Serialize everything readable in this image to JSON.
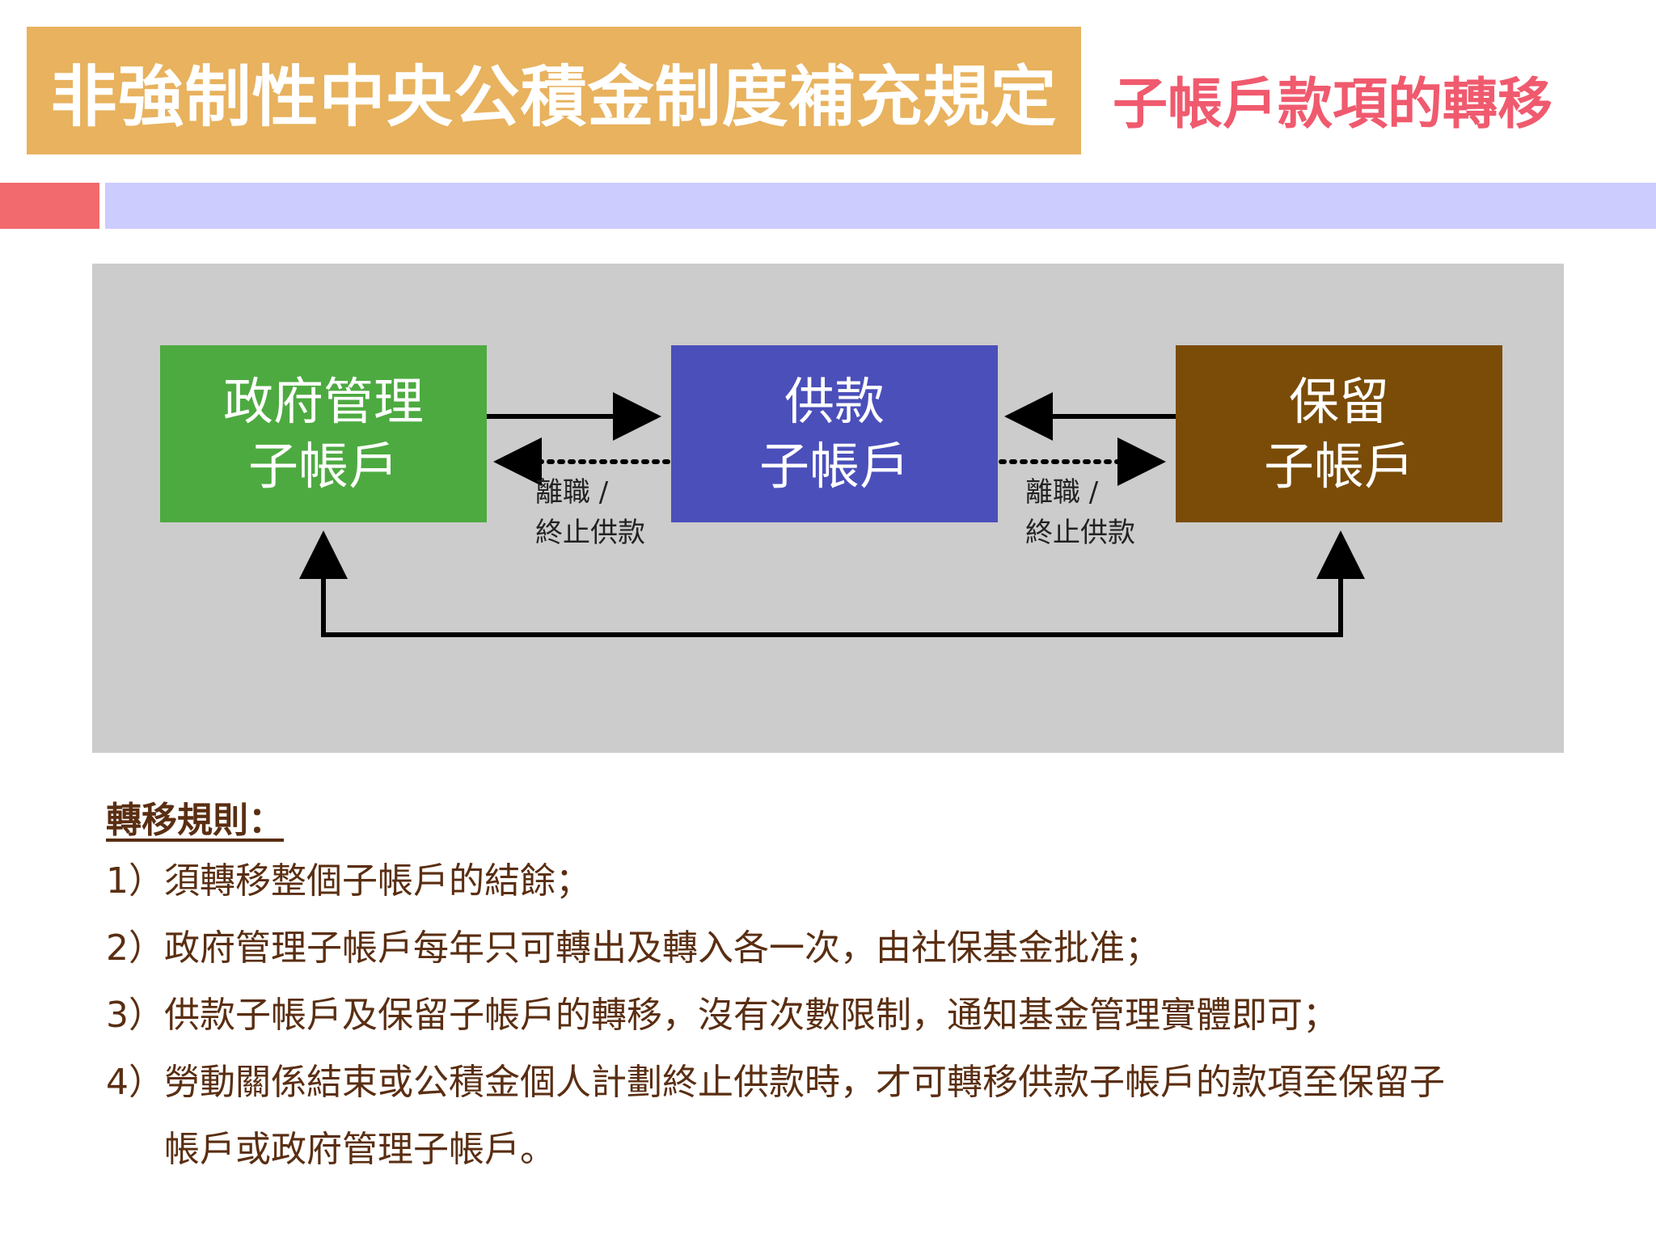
{
  "header": {
    "title": "非強制性中央公積金制度補充規定",
    "subtitle": "子帳戶款項的轉移"
  },
  "colors": {
    "title_bg": "#E8B25E",
    "subtitle_text": "#F05A6E",
    "accent_red": "#F26A6E",
    "accent_lavender": "#CCCCFF",
    "panel_bg": "#CCCCCC",
    "gov_box": "#4DAA40",
    "contrib_box": "#4B4FBA",
    "preserve_box": "#7A4C08",
    "rules_text": "#5A2E12"
  },
  "diagram": {
    "boxes": {
      "gov": {
        "line1": "政府管理",
        "line2": "子帳戶"
      },
      "contrib": {
        "line1": "供款",
        "line2": "子帳戶"
      },
      "preserve": {
        "line1": "保留",
        "line2": "子帳戶"
      }
    },
    "labels": {
      "left": {
        "line1": "離職 /",
        "line2": "終止供款"
      },
      "right": {
        "line1": "離職 /",
        "line2": "終止供款"
      }
    }
  },
  "rules": {
    "heading": "轉移規則：",
    "items": [
      {
        "num": "1）",
        "text": "須轉移整個子帳戶的結餘；"
      },
      {
        "num": "2）",
        "text": "政府管理子帳戶每年只可轉出及轉入各一次，由社保基金批准；"
      },
      {
        "num": "3）",
        "text": "供款子帳戶及保留子帳戶的轉移，沒有次數限制，通知基金管理實體即可；"
      },
      {
        "num": "4）",
        "text": "勞動關係結束或公積金個人計劃終止供款時，才可轉移供款子帳戶的款項至保留子",
        "cont": "帳戶或政府管理子帳戶。"
      }
    ]
  }
}
